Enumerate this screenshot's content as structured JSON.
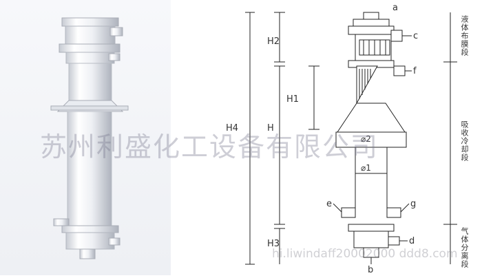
{
  "watermark": "苏州利盛化工设备有限公司",
  "watermark_bottom": "hi.liwindaff20002000 ddd8.com",
  "dimensions": {
    "h1": "H1",
    "h2": "H2",
    "h3": "H3",
    "h4": "H4",
    "h": "H"
  },
  "nozzles": {
    "a": "a",
    "b": "b",
    "c": "c",
    "d": "d",
    "e": "e",
    "f": "f",
    "g": "g"
  },
  "diameters": {
    "d1": "⌀1",
    "d2": "⌀2"
  },
  "sections": {
    "liquid_distribution": "液体布膜段",
    "absorption_cooling": "吸收冷却段",
    "gas_separation": "气体分离段"
  },
  "colors": {
    "line": "#222222",
    "tower_body": "#eef0f3",
    "tower_shade": "#c9ccd3"
  }
}
